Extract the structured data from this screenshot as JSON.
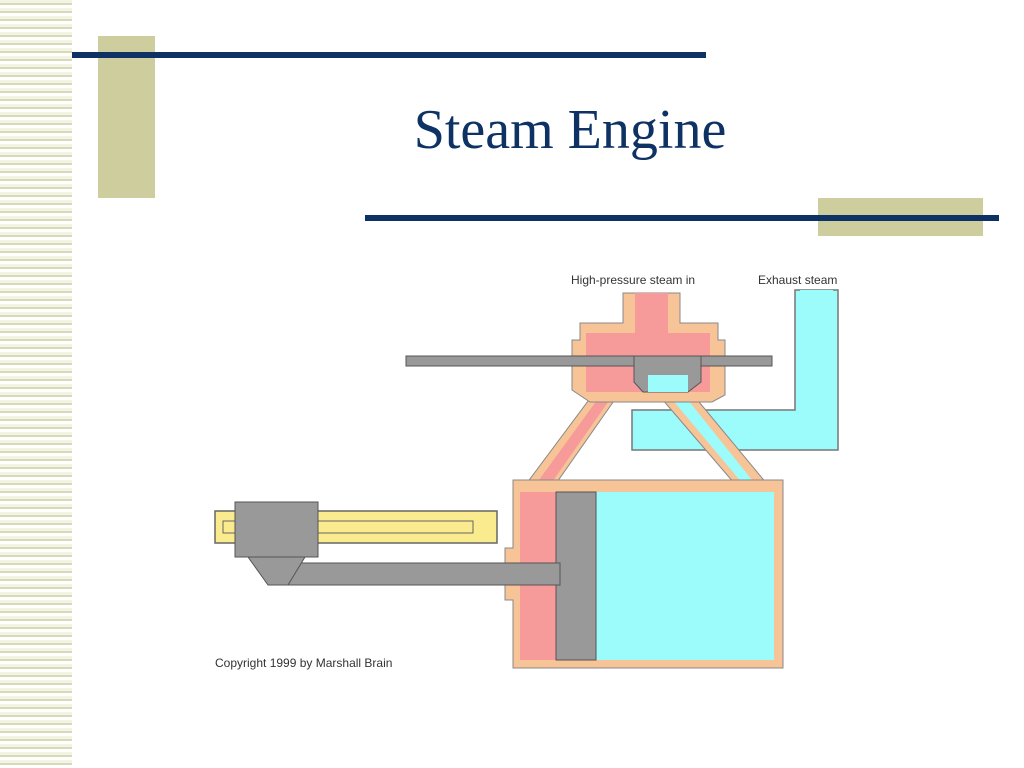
{
  "slide": {
    "title": "Steam Engine"
  },
  "diagram": {
    "label_steam_in": "High-pressure steam in",
    "label_exhaust": "Exhaust steam",
    "copyright": "Copyright 1999 by Marshall Brain"
  },
  "colors": {
    "navy": "#0d3263",
    "olive": "#cdcd9d",
    "casing": "#f7c497",
    "steam": "#f79a9a",
    "exhaust": "#9cfcfc",
    "metal": "#999999",
    "flywheel_track": "#fbeb8f"
  }
}
